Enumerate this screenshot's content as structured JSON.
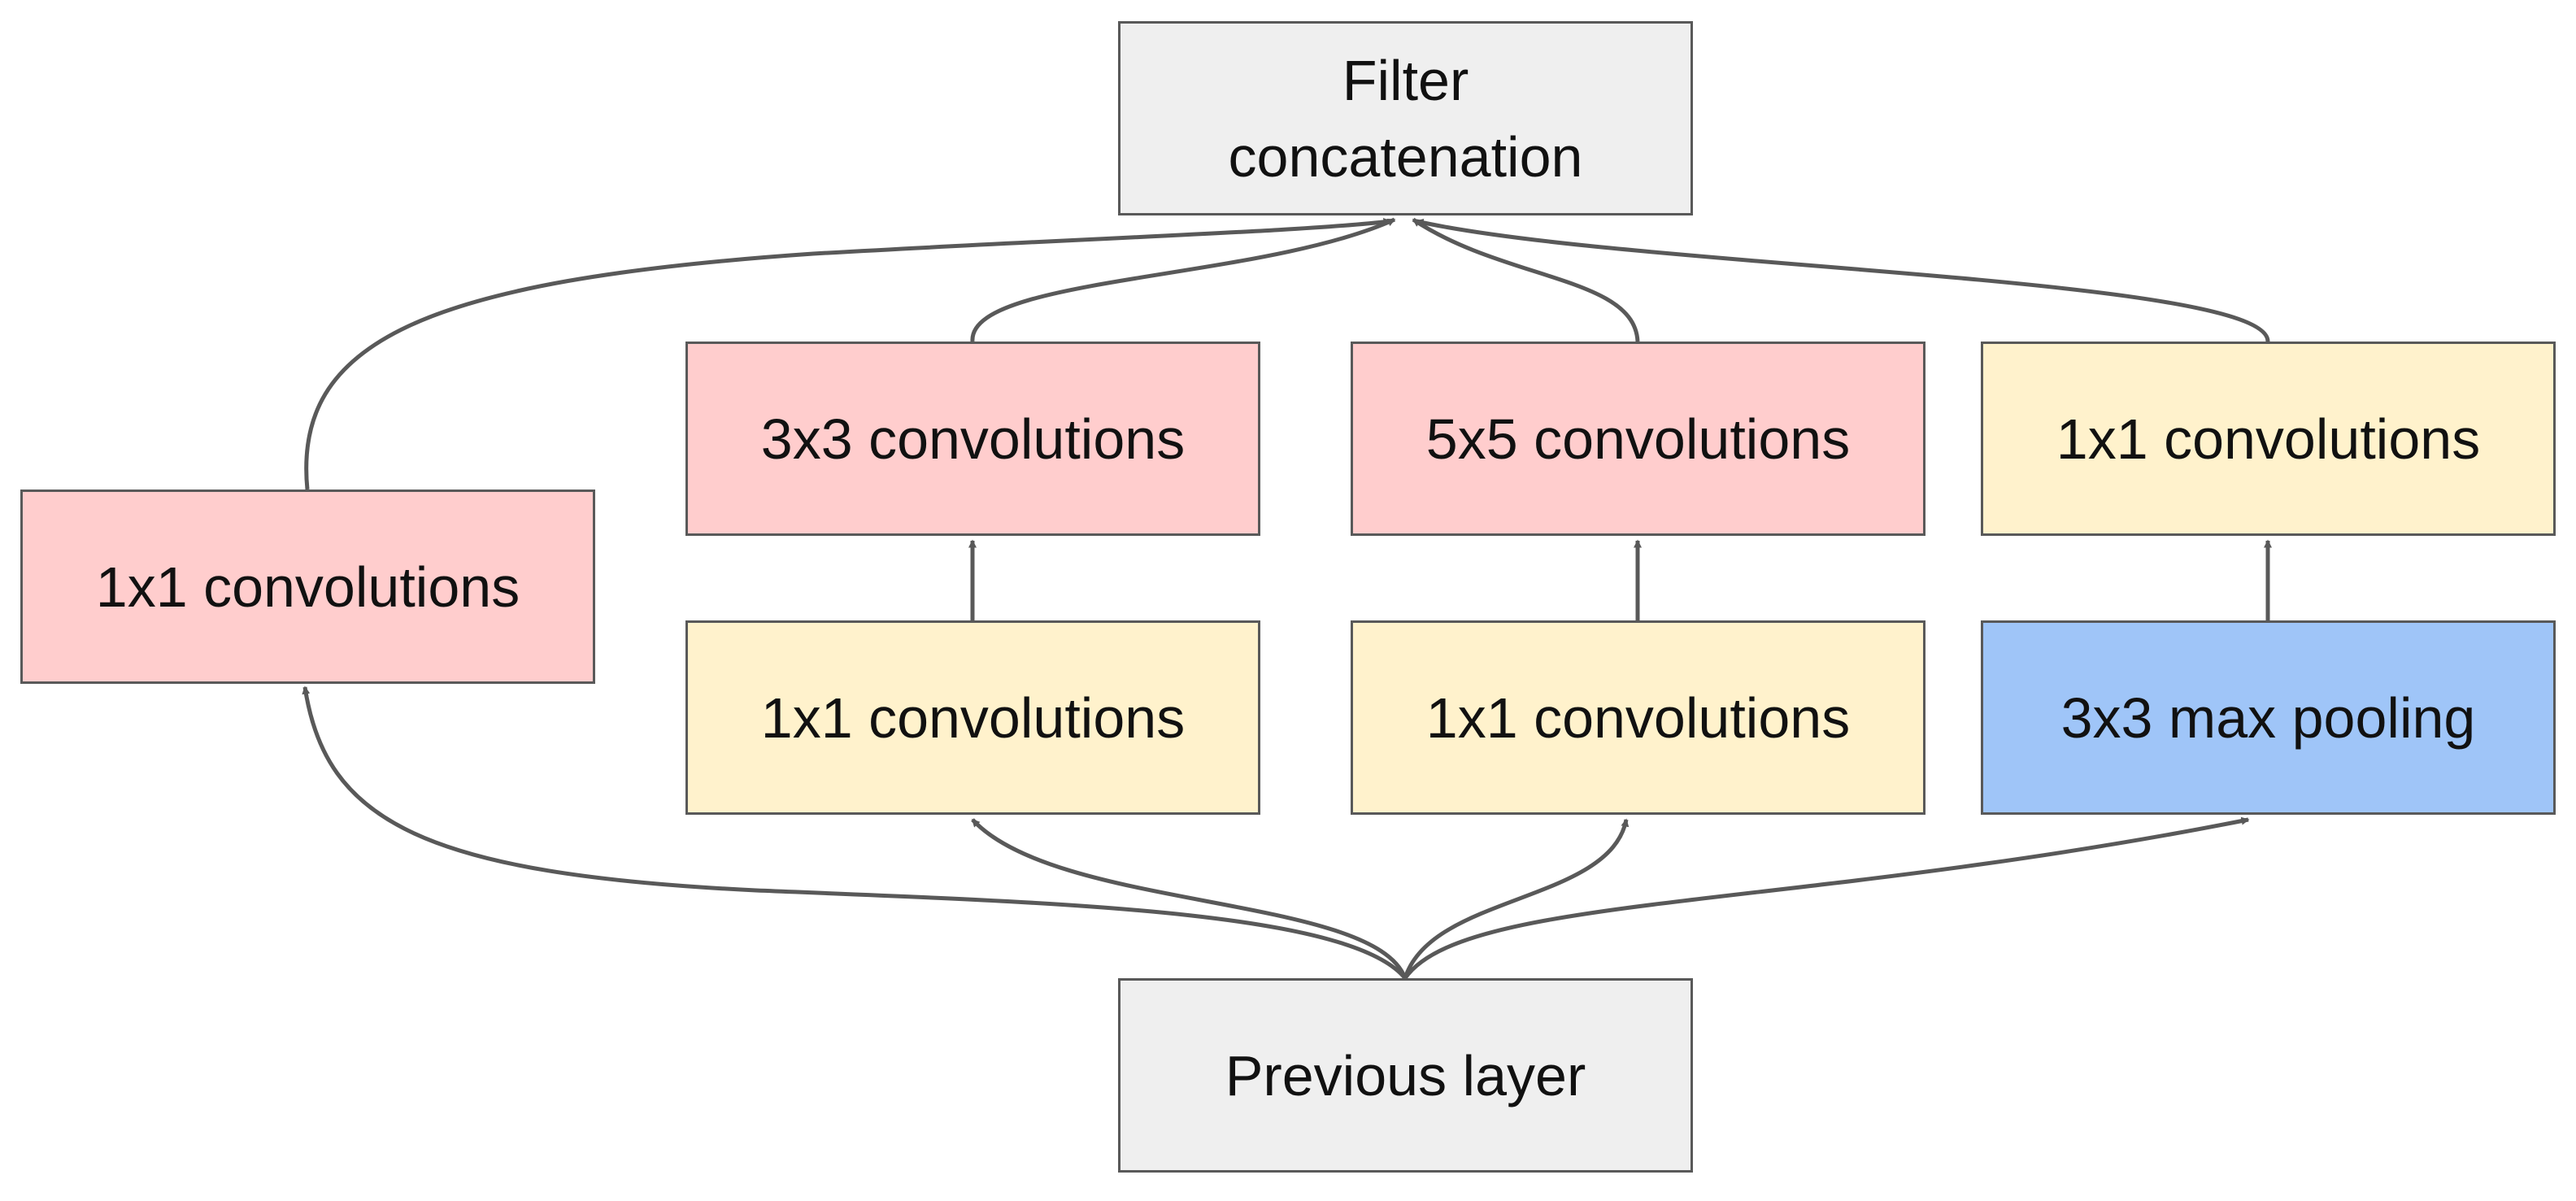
{
  "colors": {
    "gray": "#efefef",
    "pink": "#ffcdcd",
    "yellow": "#fff2cc",
    "blue": "#9fc5f8",
    "edge": "#595959"
  },
  "nodes": {
    "concat": {
      "label": "Filter\nconcatenation",
      "color": "gray"
    },
    "c1_left": {
      "label": "1x1 convolutions",
      "color": "pink"
    },
    "c3": {
      "label": "3x3 convolutions",
      "color": "pink"
    },
    "r1_c3": {
      "label": "1x1 convolutions",
      "color": "yellow"
    },
    "c5": {
      "label": "5x5 convolutions",
      "color": "pink"
    },
    "r1_c5": {
      "label": "1x1 convolutions",
      "color": "yellow"
    },
    "c1_pool": {
      "label": "1x1 convolutions",
      "color": "yellow"
    },
    "pool": {
      "label": "3x3 max pooling",
      "color": "blue"
    },
    "prev": {
      "label": "Previous layer",
      "color": "gray"
    }
  },
  "edges": [
    {
      "from": "prev",
      "to": "c1_left"
    },
    {
      "from": "prev",
      "to": "r1_c3"
    },
    {
      "from": "prev",
      "to": "r1_c5"
    },
    {
      "from": "prev",
      "to": "pool"
    },
    {
      "from": "r1_c3",
      "to": "c3"
    },
    {
      "from": "r1_c5",
      "to": "c5"
    },
    {
      "from": "pool",
      "to": "c1_pool"
    },
    {
      "from": "c1_left",
      "to": "concat"
    },
    {
      "from": "c3",
      "to": "concat"
    },
    {
      "from": "c5",
      "to": "concat"
    },
    {
      "from": "c1_pool",
      "to": "concat"
    }
  ]
}
